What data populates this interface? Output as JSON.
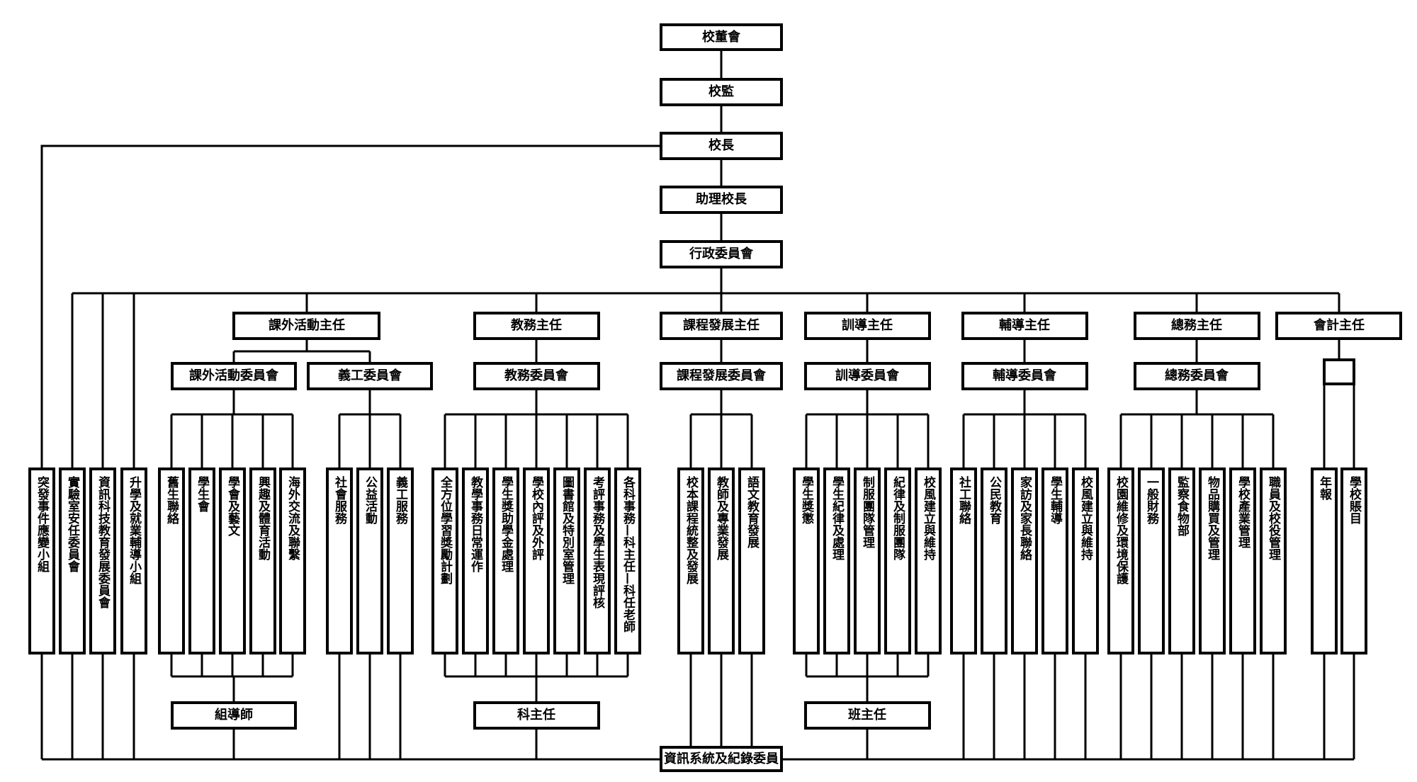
{
  "top_chain": {
    "board": "校董會",
    "supervisor": "校監",
    "principal": "校長",
    "vice_principal": "助理校長",
    "admin_committee": "行政委員會"
  },
  "left_committees": [
    "突發事件應變小組",
    "實驗室安任委員會",
    "資訊科技教育發展委員會",
    "升學及就業輔導小組"
  ],
  "departments": [
    {
      "head": "課外活動主任",
      "committees": [
        {
          "label": "課外活動委員會",
          "items": [
            "舊生聯絡",
            "學生會",
            "學會及藝文",
            "興趣及體育活動",
            "海外交流及聯繫"
          ]
        },
        {
          "label": "義工委員會",
          "items": [
            "社會服務",
            "公益活動",
            "義工服務"
          ]
        }
      ],
      "bottom": "組導師"
    },
    {
      "head": "教務主任",
      "committees": [
        {
          "label": "教務委員會",
          "items": [
            "全方位學習獎勵計劃",
            "教學事務日常運作",
            "學生獎助學金處理",
            "學校內評及外評",
            "圖書館及特別室管理",
            "考評事務及學生表現評核",
            "各科事務—科主任—科任老師"
          ]
        }
      ],
      "bottom": "科主任"
    },
    {
      "head": "課程發展主任",
      "committees": [
        {
          "label": "課程發展委員會",
          "items": [
            "校本課程統整及發展",
            "教師及專業發展",
            "語文教育發展"
          ]
        }
      ],
      "bottom": ""
    },
    {
      "head": "訓導主任",
      "committees": [
        {
          "label": "訓導委員會",
          "items": [
            "學生獎懲",
            "學生紀律及處理",
            "制服團隊管理",
            "紀律及制服團隊",
            "校風建立與維持"
          ]
        }
      ],
      "bottom": "班主任"
    },
    {
      "head": "輔導主任",
      "committees": [
        {
          "label": "輔導委員會",
          "items": [
            "社工聯絡",
            "公民教育",
            "家訪及家長聯絡",
            "學生輔導",
            "校風建立與維持"
          ]
        }
      ],
      "bottom": ""
    },
    {
      "head": "總務主任",
      "committees": [
        {
          "label": "總務委員會",
          "items": [
            "校園維修及環境保護",
            "一般財務",
            "監察食物部",
            "物品購買及管理",
            "學校產業管理",
            "職員及校役管理"
          ]
        }
      ],
      "bottom": ""
    },
    {
      "head": "會計主任",
      "committees": [
        {
          "label": "",
          "items": [
            "年報",
            "學校賬目"
          ]
        }
      ],
      "bottom": ""
    }
  ],
  "info_committee": "資訊系統及紀錄委員"
}
